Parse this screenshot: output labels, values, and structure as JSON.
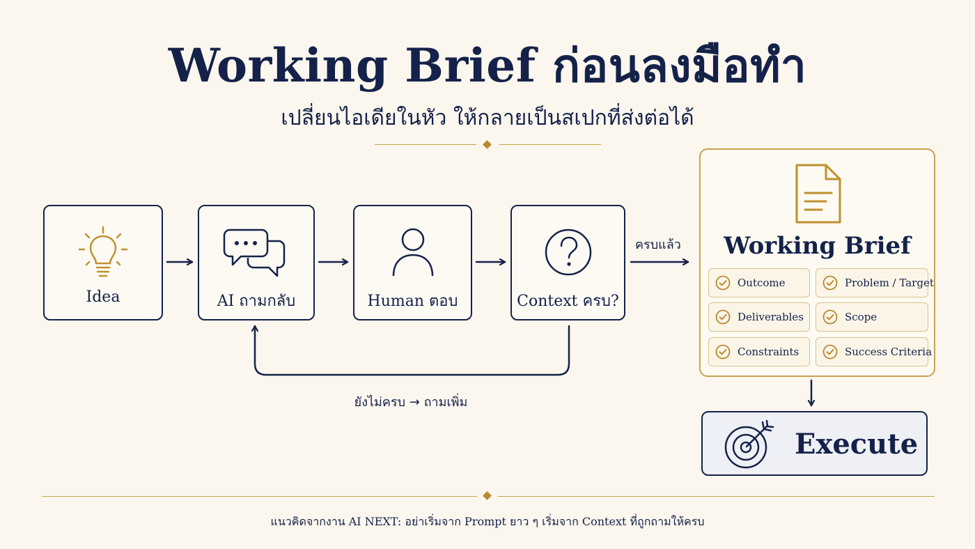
{
  "title": "Working Brief ก่อนลงมือทำ",
  "subtitle": "เปลี่ยนไอเดียในหัว ให้กลายเป็นสเปกที่ส่งต่อได้",
  "flow": {
    "steps": [
      {
        "label": "Idea",
        "icon": "lightbulb-icon"
      },
      {
        "label": "AI ถามกลับ",
        "icon": "chat-bubbles-icon"
      },
      {
        "label": "Human ตอบ",
        "icon": "person-icon"
      },
      {
        "label": "Context ครบ?",
        "icon": "question-icon"
      }
    ],
    "complete_label": "ครบแล้ว",
    "loop_label": "ยังไม่ครบ → ถามเพิ่ม"
  },
  "brief": {
    "icon": "document-icon",
    "title": "Working Brief",
    "items": [
      "Outcome",
      "Problem / Target",
      "Deliverables",
      "Scope",
      "Constraints",
      "Success Criteria"
    ]
  },
  "execute": {
    "label": "Execute",
    "icon": "target-arrow-icon"
  },
  "footer": "แนวคิดจากงาน AI NEXT: อย่าเริ่มจาก Prompt ยาว ๆ เริ่มจาก Context ที่ถูกถามให้ครบ",
  "colors": {
    "navy": "#14224a",
    "gold": "#c9a34e",
    "background": "#fbf6ee"
  }
}
